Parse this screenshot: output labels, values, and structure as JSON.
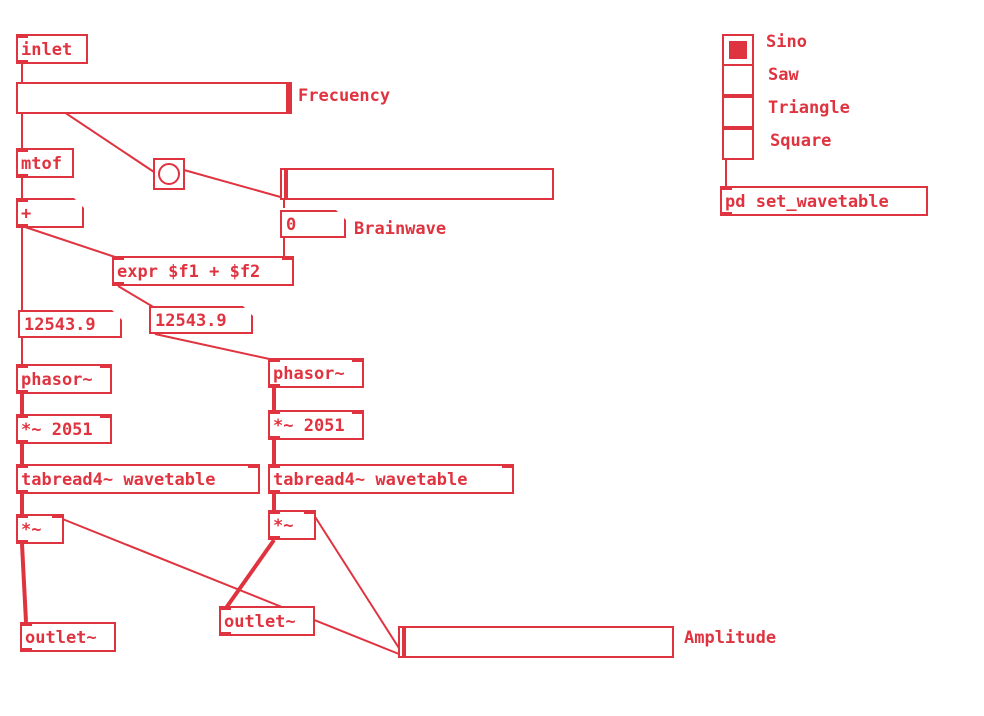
{
  "colors": {
    "accent": "#e03340",
    "background": "#ffffff"
  },
  "objects": {
    "inlet": "inlet",
    "mtof": "mtof",
    "plus": "+",
    "expr": "expr $f1 + $f2",
    "phasor_left": "phasor~",
    "phasor_right": "phasor~",
    "mult_left": "*~ 2051",
    "mult_right": "*~ 2051",
    "tabread_left": "tabread4~ wavetable",
    "tabread_right": "tabread4~ wavetable",
    "amp_left": "*~",
    "amp_right": "*~",
    "outlet_left": "outlet~",
    "outlet_right": "outlet~",
    "pd_set_wavetable": "pd set_wavetable"
  },
  "numbers": {
    "brainwave": "0",
    "freq_left": "12543.9",
    "freq_right": "12543.9"
  },
  "labels": {
    "frecuency": "Frecuency",
    "brainwave": "Brainwave",
    "amplitude": "Amplitude"
  },
  "radio": {
    "options": [
      "Sino",
      "Saw",
      "Triangle",
      "Square"
    ],
    "selected": "Sino"
  }
}
